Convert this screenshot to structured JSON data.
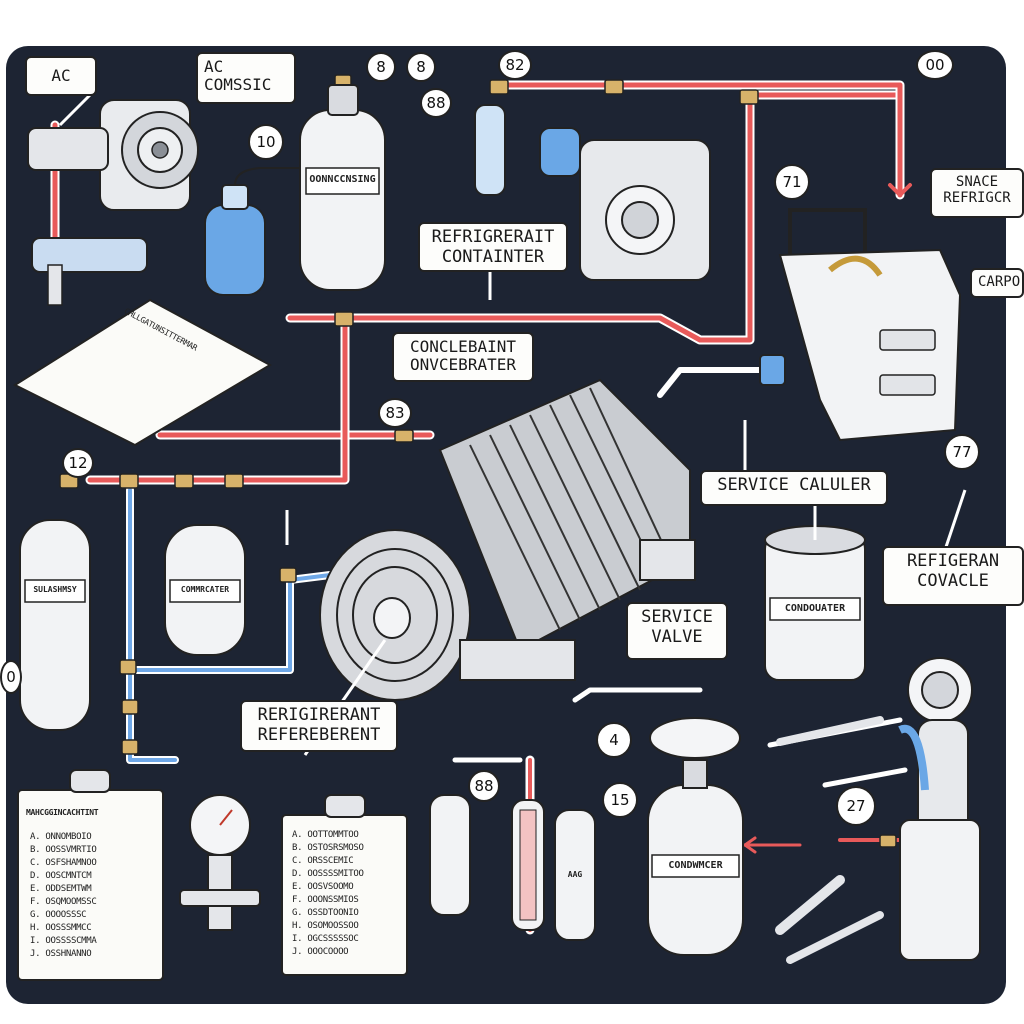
{
  "labels": {
    "ac": "AC",
    "ac_comssic": "AC\nCOMSSIC",
    "refrigerant_container": "REFRIGRERAIT\nCONTAINTER",
    "coolant_concentrator": "CONCLEBAINT\nONVCEBRATER",
    "service_calculer": "SERVICE CALULER",
    "service_valve": "SERVICE\nVALVE",
    "refrigerant_referebent": "RERIGIRERANT\nREFEREBERENT",
    "refrigeran_covacle": "REFIGERAN\nCOVACLE",
    "space_refrigerator": "SNACE\nREFRIGCR",
    "carpo": "CARPO"
  },
  "numbers": {
    "n10": "10",
    "n8a": "8",
    "n8b": "8",
    "n88a": "88",
    "n82": "82",
    "n00": "00",
    "n71": "71",
    "n77": "77",
    "n83": "83",
    "n12": "12",
    "n0": "0",
    "n4": "4",
    "n15": "15",
    "n27": "27",
    "n88b": "88"
  },
  "tank_words": {
    "left_tank": "OONNCCNSING",
    "tall_left": "SULASHMSY",
    "mid_left": "COMMRCATER",
    "canister": "CONDOUATER",
    "bottom_tank": "CONDWMCER",
    "small_cyl": "AAG"
  },
  "clipboards": {
    "doc_top_left": "CHLLGATUNSITTERMAR",
    "clip_left_title": "MAHCGGINCACHTINT",
    "clip_left_items": [
      "A. ONNOMBOIO",
      "B. OOSSVMRTIO",
      "C. OSFSHAMNOO",
      "D. OOSCMNTCM",
      "E. ODDSEMTWM",
      "F. OSQMOOMSSC",
      "G. OOOOSSSC",
      "H. OOSSSMMCC",
      "I. OOSSSSCMMA",
      "J. OSSHNANNO"
    ],
    "clip_mid_items": [
      "A. OOTTOMMTOO",
      "B. OSTOSRSMOSO",
      "C. ORSSCEMIC",
      "D. OOSSSSMITOO",
      "E. OOSVSOOMO",
      "F. OOONSSMIOS",
      "G. OSSDTOONIO",
      "H. OSOMOOSSOO",
      "I. OGCSSSSSOC",
      "J. OOOCOOOO"
    ]
  },
  "colors": {
    "background": "#1d2433",
    "red_line": "#e85a5a",
    "blue_line": "#6fa8e8",
    "outline": "#222222",
    "paper": "#fdfdfb"
  }
}
